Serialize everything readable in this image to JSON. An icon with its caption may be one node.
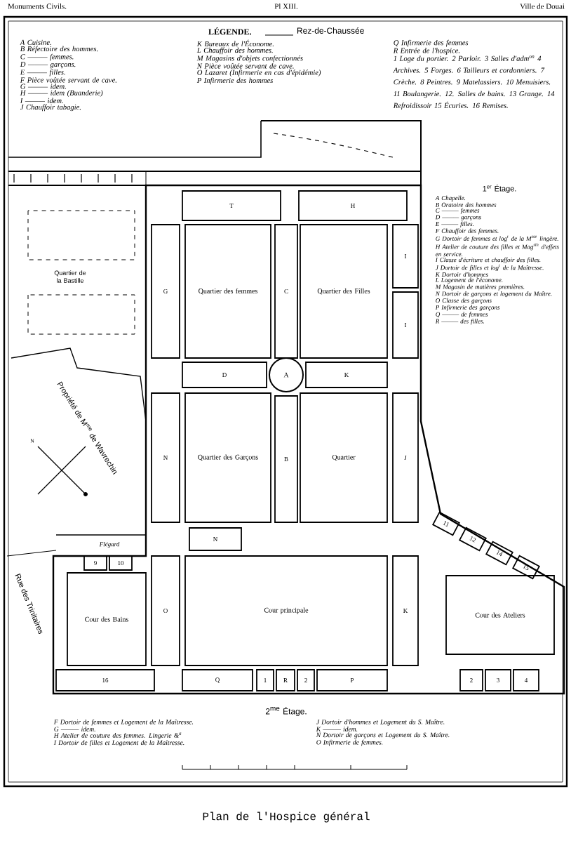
{
  "diagram": {
    "title": "Plan de l'Hospice général",
    "nodes": [
      {
        "text": [
          "T"
        ]
      },
      {
        "text": [
          "H"
        ]
      },
      {
        "text": [
          "G"
        ]
      },
      {
        "text": [
          "Quartier des femmes"
        ]
      },
      {
        "text": [
          "C"
        ]
      },
      {
        "text": [
          "Quartier des Filles"
        ]
      },
      {
        "text": [
          "I"
        ]
      },
      {
        "text": [
          "I"
        ]
      },
      {
        "text": [
          "A"
        ]
      },
      {
        "text": [
          "D"
        ]
      },
      {
        "text": [
          "K"
        ]
      },
      {
        "text": [
          "N"
        ]
      },
      {
        "text": [
          "Quartier des Garçons"
        ]
      },
      {
        "text": [
          "B"
        ]
      },
      {
        "text": [
          "Quartier"
        ]
      },
      {
        "text": [
          "J"
        ]
      },
      {
        "text": [
          "N"
        ]
      },
      {
        "text": [
          "Cour principale"
        ]
      },
      {
        "text": [
          "O"
        ]
      },
      {
        "text": [
          "K"
        ]
      },
      {
        "text": [
          "Cour des Bains"
        ]
      },
      {
        "text": [
          "Cour des Ateliers"
        ]
      },
      {
        "text": [
          "16"
        ]
      },
      {
        "text": [
          "Q"
        ]
      },
      {
        "text": [
          "1"
        ]
      },
      {
        "text": [
          "R"
        ]
      },
      {
        "text": [
          "2"
        ]
      },
      {
        "text": [
          "P"
        ]
      },
      {
        "text": [
          "2"
        ]
      },
      {
        "text": [
          "3"
        ]
      },
      {
        "text": [
          "4"
        ]
      },
      {
        "text": [
          "11"
        ]
      },
      {
        "text": [
          "12"
        ]
      },
      {
        "text": [
          "14"
        ]
      },
      {
        "text": [
          "15"
        ]
      },
      {
        "text": [
          "9"
        ]
      },
      {
        "text": [
          "10"
        ]
      }
    ],
    "labels": [
      "Monuments Civils.",
      "Pl XIII.",
      "Ville de Douai",
      "LÉGENDE.",
      "Rez-de-Chaussée",
      "A Cuisine.",
      "B Réfectoire des hommes.",
      "C ——— femmes.",
      "D ——— garçons.",
      "E ——— filles.",
      "F Pièce voûtée servant de cave.",
      "G ——— idem.",
      "H ——— idem (Buanderie)",
      "I ——— idem.",
      "J Chauffoir tabagie.",
      "K Bureaux de l'Économe.",
      "L Chauffoir des hommes.",
      "M Magasins d'objets confectionnés",
      "N Pièce voûtée servant de cave.",
      "O Lazaret (Infirmerie en cas d'épidémie)",
      "P Infirmerie des hommes",
      "Q Infirmerie des femmes",
      "R Entrée de l'hospice.",
      "1 Loge du portier. 2 Parloir. 3 Salles d'adm$^{on}$ 4 Archives. 5 Forges. 6 Tailleurs et cordonniers. 7 Crèche. 8 Peintres. 9 Matelassiers. 10 Menuisiers. 11 Boulangerie. 12. Salles de bains. 13 Grange. 14 Refroidissoir 15 Écuries. 16 Remises.",
      "1$^{er}$ Étage.",
      "A Chapelle.",
      "B Oratoire des hommes",
      "C ——— femmes",
      "D ——— garçons",
      "E ——— filles.",
      "F Chauffoir des femmes.",
      "G Dortoir de femmes et log$^{t}$ de la M$^{sse}$ lingère.",
      "H Atelier de couture des filles et Mag$^{sin}$ d'effets en service.",
      "I Classe d'écriture et chauffoir des filles.",
      "J Dortoir de filles et log$^{t}$ de la Maîtresse.",
      "K Dortoir d'hommes",
      "L Logement de l'économe.",
      "M Magasin de matières premières.",
      "N Dortoir de garçons et logement du Maître.",
      "O Classe des garçons",
      "P Infirmerie des garçons",
      "Q ——— de femmes",
      "R ——— des filles.",
      "2$^{me}$ Étage.",
      "F Dortoir de femmes et Logement de la Maîtresse.",
      "G ——— idem.",
      "H Atelier de couture des femmes. Lingerie &$^{a}$",
      "I Dortoir de filles et Logement de la Maîtresse.",
      "J Dortoir d'hommes et Logement du S. Maître.",
      "K ——— idem.",
      "N Dortoir de garçons et Logement du S. Maître.",
      "O Infirmerie de femmes.",
      "Quartier de la Bastille",
      "Propriété de M$^{me}$ de Wavrechin",
      "Rue des Trinitaires",
      "Flégard",
      "N"
    ]
  }
}
